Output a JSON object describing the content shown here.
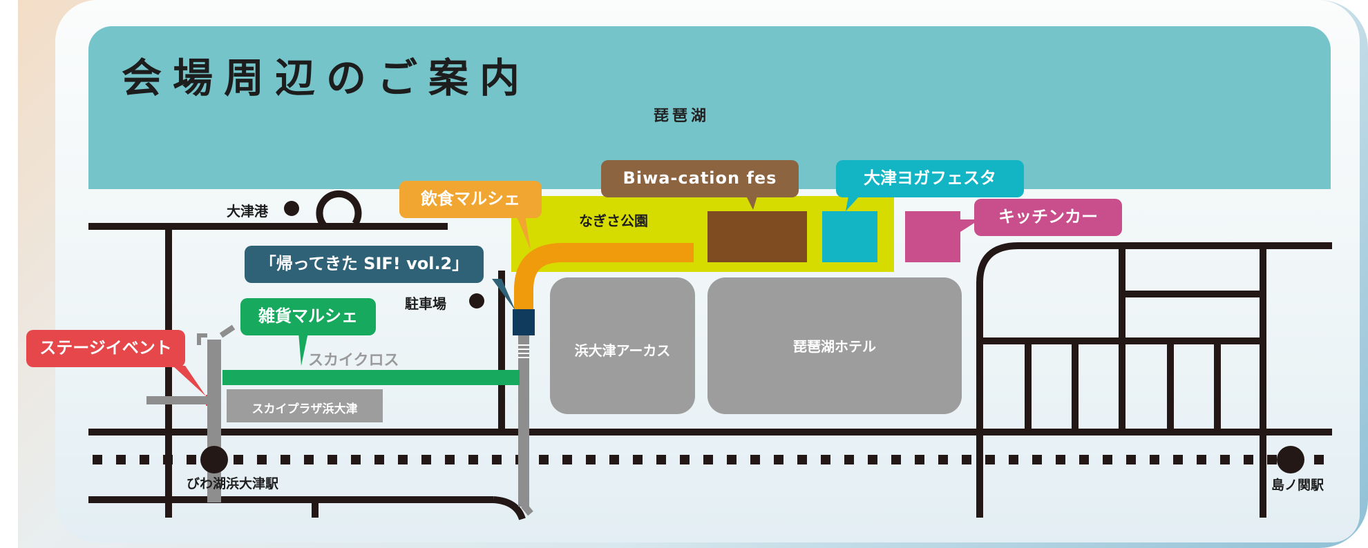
{
  "title": "会場周辺のご案内",
  "lake": {
    "label": "琵琶湖"
  },
  "places": {
    "otsu_port": "大津港",
    "parking": "駐車場",
    "nagisa_park": "なぎさ公園",
    "hama_otsu_arcas": "浜大津アーカス",
    "biwako_hotel": "琵琶湖ホテル",
    "sky_plaza": "スカイプラザ浜大津",
    "sky_cross": "スカイクロス",
    "station_biwako_hamaotsu": "びわ湖浜大津駅",
    "station_shimanoseki": "島ノ関駅"
  },
  "events": {
    "food_marche": "飲食マルシェ",
    "biwacation_fes": "Biwa-cation fes",
    "otsu_yoga_festa": "大津ヨガフェスタ",
    "kitchen_car": "キッチンカー",
    "kaette_kita_sif": "「帰ってきた SIF! vol.2」",
    "zakka_marche": "雑貨マルシェ",
    "stage_event": "ステージイベント"
  },
  "colors": {
    "lake": "#75c4ca",
    "road": "#231815",
    "park": "#d6dc00",
    "food_marche": "#f0a631",
    "food_route": "#ef9b0c",
    "biwacation": "#8c6440",
    "biwacation_area": "#7f4b21",
    "yoga": "#13b5c4",
    "kitchen_car": "#c84f8b",
    "sif": "#2f6177",
    "sif_area": "#113b5c",
    "zakka": "#17a95e",
    "stage": "#e5474a",
    "building": "#9d9d9d",
    "walkway": "#8e8e8e"
  }
}
